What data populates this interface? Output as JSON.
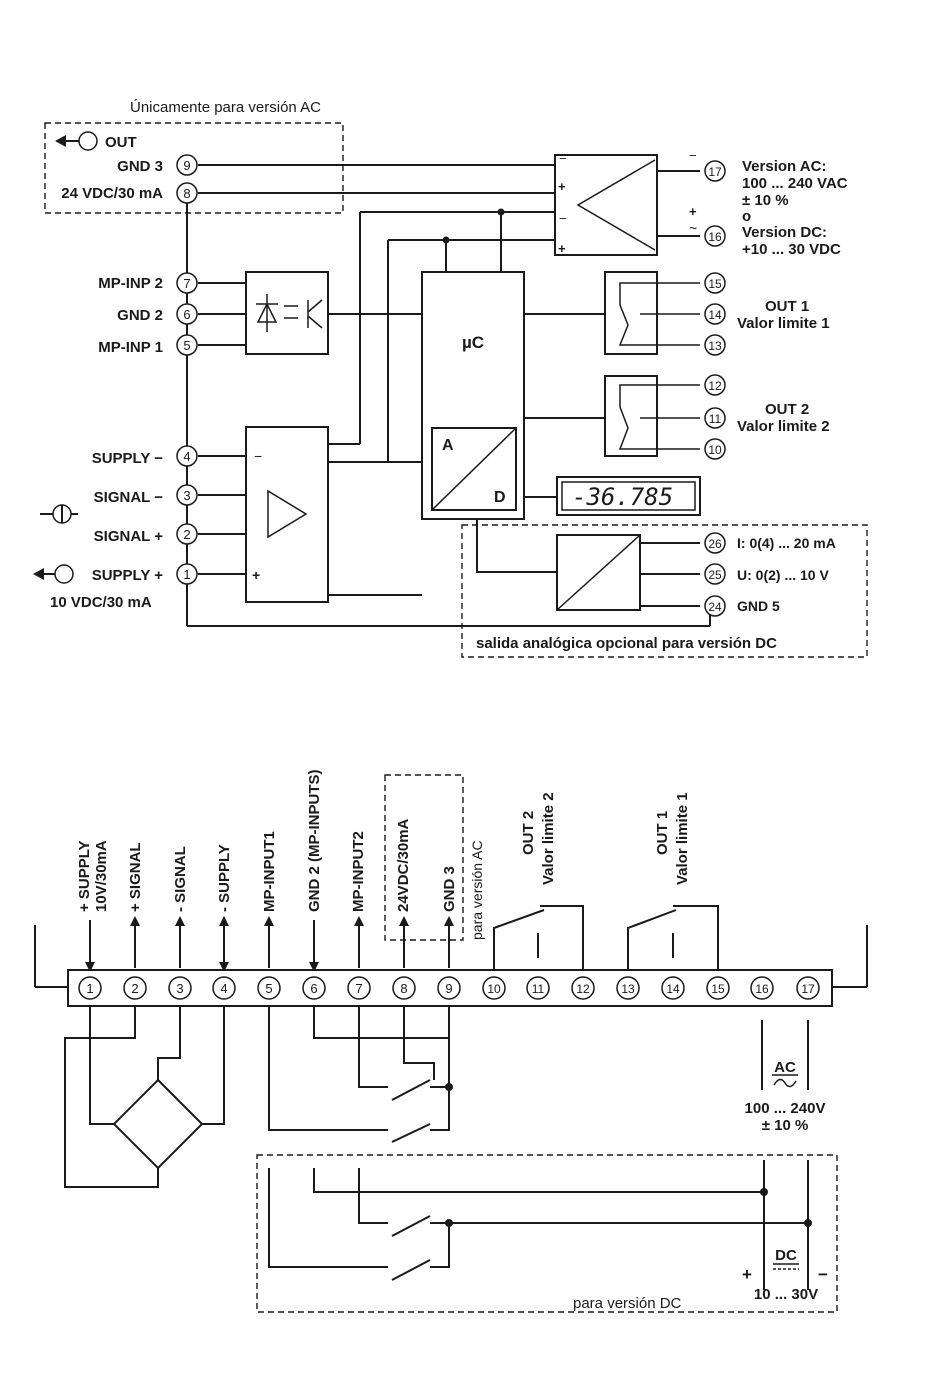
{
  "top": {
    "ac_only_label": "Únicamente para versión AC",
    "out_label": "OUT",
    "gnd3_label": "GND 3",
    "vdc24_label": "24 VDC/30 mA",
    "mp_inp2": "MP-INP 2",
    "gnd2": "GND 2",
    "mp_inp1": "MP-INP 1",
    "supply_minus": "SUPPLY −",
    "signal_minus": "SIGNAL −",
    "signal_plus": "SIGNAL +",
    "supply_plus": "SUPPLY +",
    "vdc10_label": "10 VDC/30 mA",
    "uc_label": "µC",
    "ad_a": "A",
    "ad_d": "D",
    "display_value": "-36.785",
    "version_ac": "Version AC:",
    "ac_range": "100 ... 240 VAC",
    "ac_tol": "± 10 %",
    "or_label": "o",
    "version_dc": "Version DC:",
    "dc_range": "+10 ... 30 VDC",
    "out1": "OUT 1",
    "valor1": "Valor limite 1",
    "out2": "OUT 2",
    "valor2": "Valor limite 2",
    "i_out": "I:  0(4) ... 20 mA",
    "u_out": "U: 0(2) ... 10 V",
    "gnd5": "GND 5",
    "analog_note": "salida analógica opcional para versión DC",
    "terminals": [
      "9",
      "8",
      "7",
      "6",
      "5",
      "4",
      "3",
      "2",
      "1",
      "17",
      "16",
      "15",
      "14",
      "13",
      "12",
      "11",
      "10",
      "26",
      "25",
      "24"
    ]
  },
  "bottom": {
    "terminals": [
      "1",
      "2",
      "3",
      "4",
      "5",
      "6",
      "7",
      "8",
      "9",
      "10",
      "11",
      "12",
      "13",
      "14",
      "15",
      "16",
      "17"
    ],
    "labels": {
      "t1a": "+ SUPPLY",
      "t1b": "10V/30mA",
      "t2": "+ SIGNAL",
      "t3": "- SIGNAL",
      "t4": "- SUPPLY",
      "t5": "MP-INPUT1",
      "t6": "GND 2 (MP-INPUTS)",
      "t7": "MP-INPUT2",
      "t8": "24VDC/30mA",
      "t9": "GND 3",
      "ac_version": "para versión AC",
      "out2": "OUT 2",
      "valor2": "Valor limite 2",
      "out1": "OUT 1",
      "valor1": "Valor limite 1"
    },
    "ac_label": "AC",
    "ac_range": "100 ... 240V",
    "ac_tol": "± 10 %",
    "dc_label": "DC",
    "dc_plus": "+",
    "dc_minus": "−",
    "dc_range": "10 ... 30V",
    "dc_version": "para versión DC"
  }
}
